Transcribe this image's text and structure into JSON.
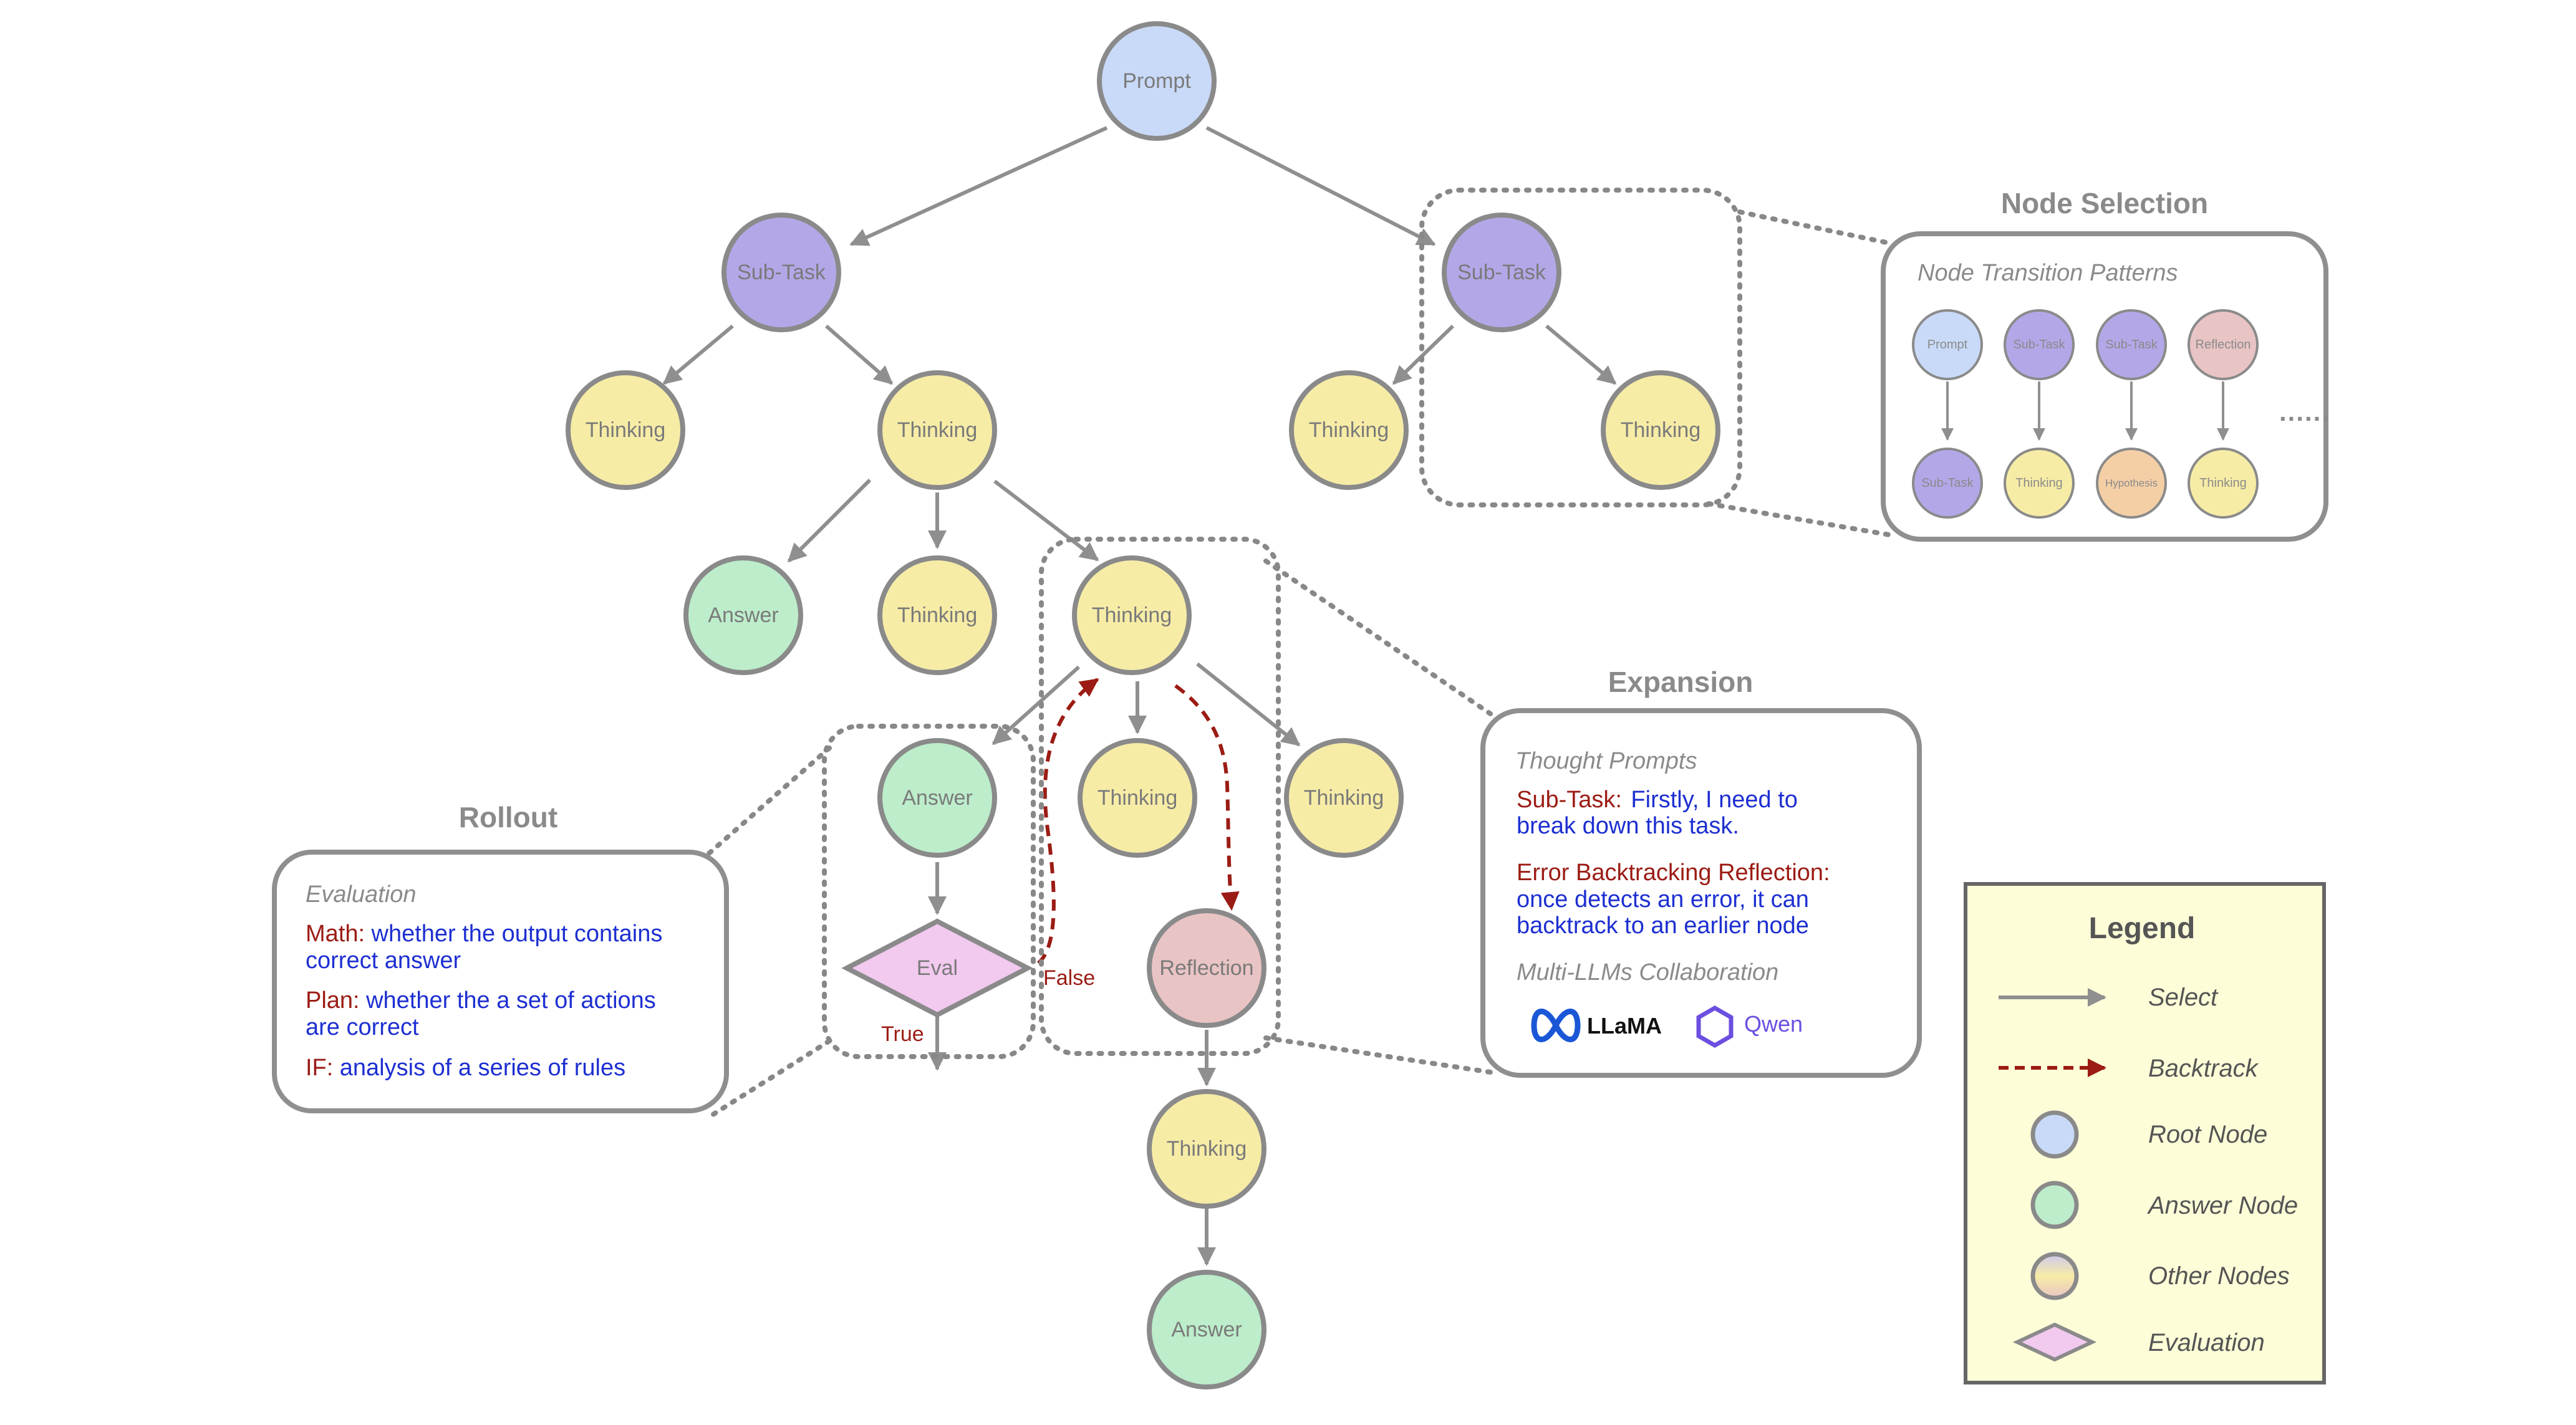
{
  "nodes": {
    "root": "Prompt",
    "subtask_left": "Sub-Task",
    "subtask_right": "Sub-Task",
    "l_thinking_1": "Thinking",
    "l_thinking_2": "Thinking",
    "r_thinking_1": "Thinking",
    "r_thinking_2": "Thinking",
    "answer_1": "Answer",
    "thinking_mid": "Thinking",
    "thinking_expand": "Thinking",
    "answer_2": "Answer",
    "thinking_c1": "Thinking",
    "thinking_c2": "Thinking",
    "eval": "Eval",
    "reflection": "Reflection",
    "thinking_after": "Thinking",
    "answer_final": "Answer"
  },
  "edge_labels": {
    "false": "False",
    "true": "True"
  },
  "node_selection": {
    "title": "Node Selection",
    "subtitle": "Node Transition Patterns",
    "patterns": [
      {
        "from": "Prompt",
        "to": "Sub-Task"
      },
      {
        "from": "Sub-Task",
        "to": "Thinking"
      },
      {
        "from": "Sub-Task",
        "to": "Hypothesis"
      },
      {
        "from": "Reflection",
        "to": "Thinking"
      }
    ],
    "more": "......"
  },
  "expansion": {
    "title": "Expansion",
    "subtitle": "Thought Prompts",
    "item1_key": "Sub-Task:",
    "item1_line1": "Firstly, I need to",
    "item1_line2": "break down this task.",
    "item2_key": "Error Backtracking Reflection:",
    "item2_line1": "once detects an error, it can",
    "item2_line2": "backtrack to an earlier node",
    "collab": "Multi-LLMs Collaboration",
    "logo1": "LLaMA",
    "logo2": "Qwen"
  },
  "rollout": {
    "title": "Rollout",
    "subtitle": "Evaluation",
    "math_key": "Math:",
    "math_line1": "whether the output contains",
    "math_line2": "correct answer",
    "plan_key": "Plan:",
    "plan_line1": "whether the a set of actions",
    "plan_line2": "are correct",
    "if_key": "IF:",
    "if_line1": "analysis of a series of rules"
  },
  "legend": {
    "title": "Legend",
    "select": "Select",
    "backtrack": "Backtrack",
    "root": "Root Node",
    "answer": "Answer Node",
    "other": "Other Nodes",
    "evaluation": "Evaluation"
  },
  "colors": {
    "root": "#c9daf8",
    "subtask": "#b4a7e8",
    "thinking": "#f7eca6",
    "answer": "#bdedcb",
    "reflection": "#e9c4c4",
    "hypothesis": "#f4cfa6",
    "eval": "#f2c9ef",
    "edge": "#8f8f8f",
    "backtrack": "#9b1c14",
    "legend_bg": "#fdfdd8"
  }
}
